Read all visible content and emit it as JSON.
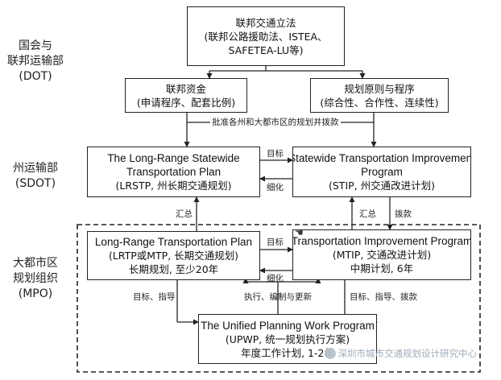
{
  "sidebar": {
    "dot": [
      "国会与",
      "联邦运输部",
      "(DOT)"
    ],
    "sdot": [
      "州运输部",
      "(SDOT)"
    ],
    "mpo": [
      "大都市区",
      "规划组织",
      "(MPO)"
    ]
  },
  "boxes": {
    "legislation": [
      "联邦交通立法",
      "(联邦公路援助法、ISTEA、",
      "SAFETEA-LU等)"
    ],
    "funding": [
      "联邦资金",
      "(申请程序、配套比例)"
    ],
    "principles": [
      "规划原则与程序",
      "(综合性、合作性、连续性)"
    ],
    "lrstp": [
      "The Long-Range Statewide",
      "Transportation Plan",
      "(LRSTP, 州长期交通规划)"
    ],
    "stip": [
      "Statewide Transportation Improvement",
      "Program",
      "(STIP, 州交通改进计划)"
    ],
    "lrtp": [
      "Long-Range Transportation Plan",
      "(LRTP或MTP, 长期交通规划)",
      "长期规划, 至少20年"
    ],
    "tip": [
      "Transportation Improvement Program",
      "(MTIP, 交通改进计划)",
      "中期计划, 6年"
    ],
    "upwp": [
      "The Unified Planning Work Program",
      "(UPWP, 统一规划执行方案)",
      "年度工作计划, 1-2年"
    ]
  },
  "labels": {
    "approve": "批准各州和大都市区的规划并拨款",
    "target_state": "目标",
    "refine_state": "细化",
    "summary_left": "汇总",
    "summary_right": "汇总",
    "allocate": "拨款",
    "target_mpo": "目标",
    "refine_mpo": "细化",
    "goal_guide_left": "目标、指导",
    "execute": "执行、编制与更新",
    "goal_guide_right": "目标、指导、拨款"
  },
  "watermark": "深圳市城市交通规划设计研究中心"
}
